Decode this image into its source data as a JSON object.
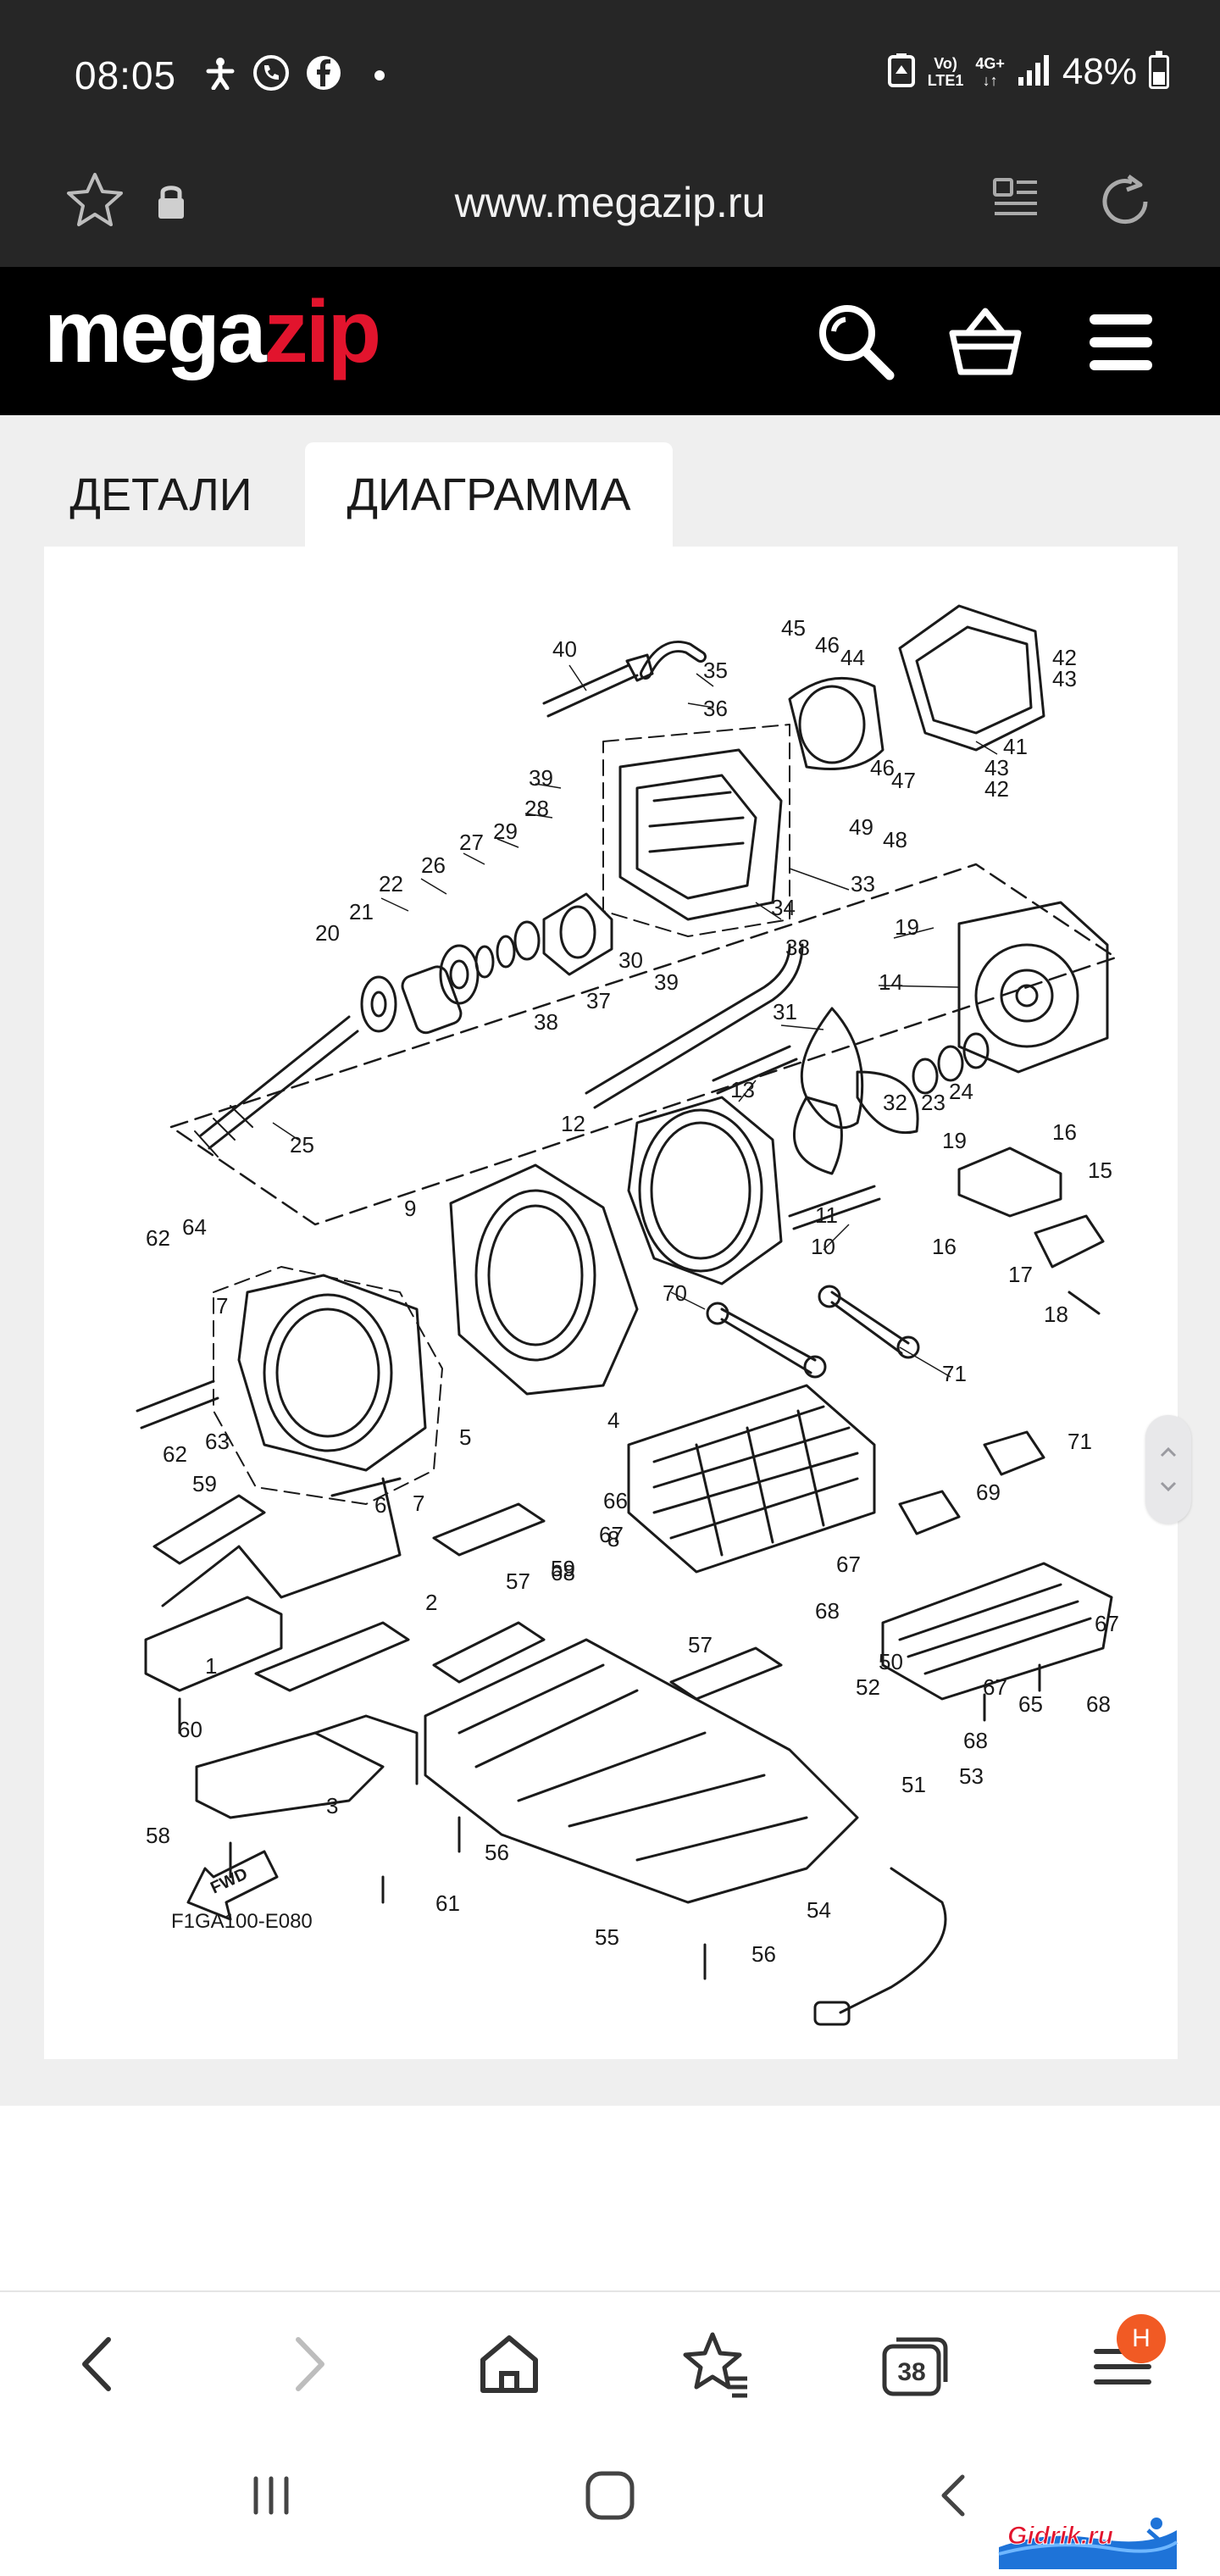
{
  "status_bar": {
    "time": "08:05",
    "network_top": "Vo)",
    "network_bottom": "LTE1",
    "network_gen": "4G+",
    "battery_percent": "48%",
    "left_icons": [
      "accessibility-icon",
      "call-icon",
      "facebook-icon",
      "dot-icon"
    ],
    "right_icons": [
      "recycle-icon",
      "signal-icon",
      "battery-icon"
    ]
  },
  "browser": {
    "url": "www.megazip.ru",
    "icons": [
      "star-icon",
      "lock-icon",
      "reader-mode-icon",
      "reload-icon"
    ]
  },
  "site": {
    "logo_mega": "mega",
    "logo_zip": "zip",
    "brand_color": "#e2142d",
    "icons": [
      "search-icon",
      "cart-icon",
      "menu-icon"
    ]
  },
  "tabs": [
    {
      "label": "ДЕТАЛИ",
      "active": false
    },
    {
      "label": "ДИАГРАММА",
      "active": true
    }
  ],
  "diagram": {
    "code": "F1GA100-E080",
    "fwd_label": "FWD",
    "callouts": [
      "1",
      "2",
      "3",
      "4",
      "5",
      "6",
      "7",
      "7",
      "8",
      "9",
      "10",
      "11",
      "12",
      "13",
      "14",
      "15",
      "16",
      "16",
      "17",
      "18",
      "19",
      "19",
      "20",
      "21",
      "22",
      "23",
      "24",
      "25",
      "26",
      "27",
      "28",
      "29",
      "30",
      "31",
      "32",
      "33",
      "34",
      "35",
      "36",
      "37",
      "38",
      "38",
      "39",
      "39",
      "40",
      "41",
      "42",
      "42",
      "43",
      "43",
      "44",
      "45",
      "46",
      "46",
      "47",
      "48",
      "49",
      "50",
      "51",
      "52",
      "53",
      "54",
      "55",
      "56",
      "56",
      "57",
      "57",
      "58",
      "59",
      "59",
      "60",
      "61",
      "62",
      "62",
      "63",
      "64",
      "65",
      "66",
      "67",
      "67",
      "67",
      "67",
      "68",
      "68",
      "68",
      "68",
      "69",
      "70",
      "71",
      "71"
    ]
  },
  "bottom_toolbar": {
    "tab_count": "38",
    "profile_badge": "H",
    "icons": [
      "back-icon",
      "forward-icon",
      "home-icon",
      "bookmark-icon",
      "tabs-icon",
      "menu-icon"
    ]
  },
  "android_nav": {
    "icons": [
      "recent-apps-icon",
      "home-icon",
      "back-icon"
    ]
  },
  "watermark": {
    "text": "Gidrik.ru"
  }
}
